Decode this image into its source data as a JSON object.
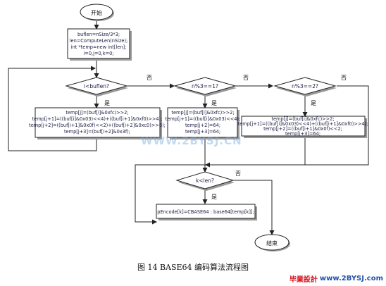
{
  "nodes": {
    "start": "开始",
    "init": [
      "buflen=nSize/3*3;",
      "len=ComputeLen(nSize);",
      "int *temp=new int[len];",
      "i=0,j=0,k=0;"
    ],
    "cond_i": "i<buflen?",
    "loop_body": [
      "temp[j]=(buf[i]&0xfc)>>2;",
      "temp[j+1]=((buf[i]&0x03)<<4)+((buf[i+1]&0xf0)>>4);",
      "temp[j+2]=((buf[i+1]&0x0f)<<2)+((buf[i+2]&0xc0)>>6);",
      "temp[j+3]=(buf[i+2]&0x3f);"
    ],
    "cond_mod1": "n%3==1?",
    "mod1_body": [
      "temp[j]=(buf[i]&0xfc)>>2;",
      "temp[j+1]=((buf[i]&0x03)<<4);",
      "temp[j+2]=64;",
      "temp[j+3]=64;"
    ],
    "cond_mod2": "n%3==2?",
    "mod2_body": [
      "temp[j]=(buf[i]&0xfc)>>2;",
      "temp[j+1]=((buf[i]&0x03)<<4)+((buf[i+1]&0xf0)>>4);",
      "temp[j+2]=((buf[i+1]&0x0f)<<2;",
      "temp[j+3]=64;"
    ],
    "cond_k": "k<len?",
    "encode": "pEncode[k]=CBASE64 : base64[temp[k]];",
    "end": "结束"
  },
  "labels": {
    "yes": "是",
    "no": "否"
  },
  "caption": "图 14 BASE64 编码算法流程图",
  "watermark": "WWW.2BYSJ.CN",
  "logo": {
    "mark": "毕業設計",
    "url": "www.2BYSJ.com"
  },
  "colors": {
    "line": "#222222",
    "node_text": "#1a1a40",
    "shadow": "#9a9a9a",
    "logo_red": "#d4141e",
    "logo_blue": "#1f4fa8"
  }
}
